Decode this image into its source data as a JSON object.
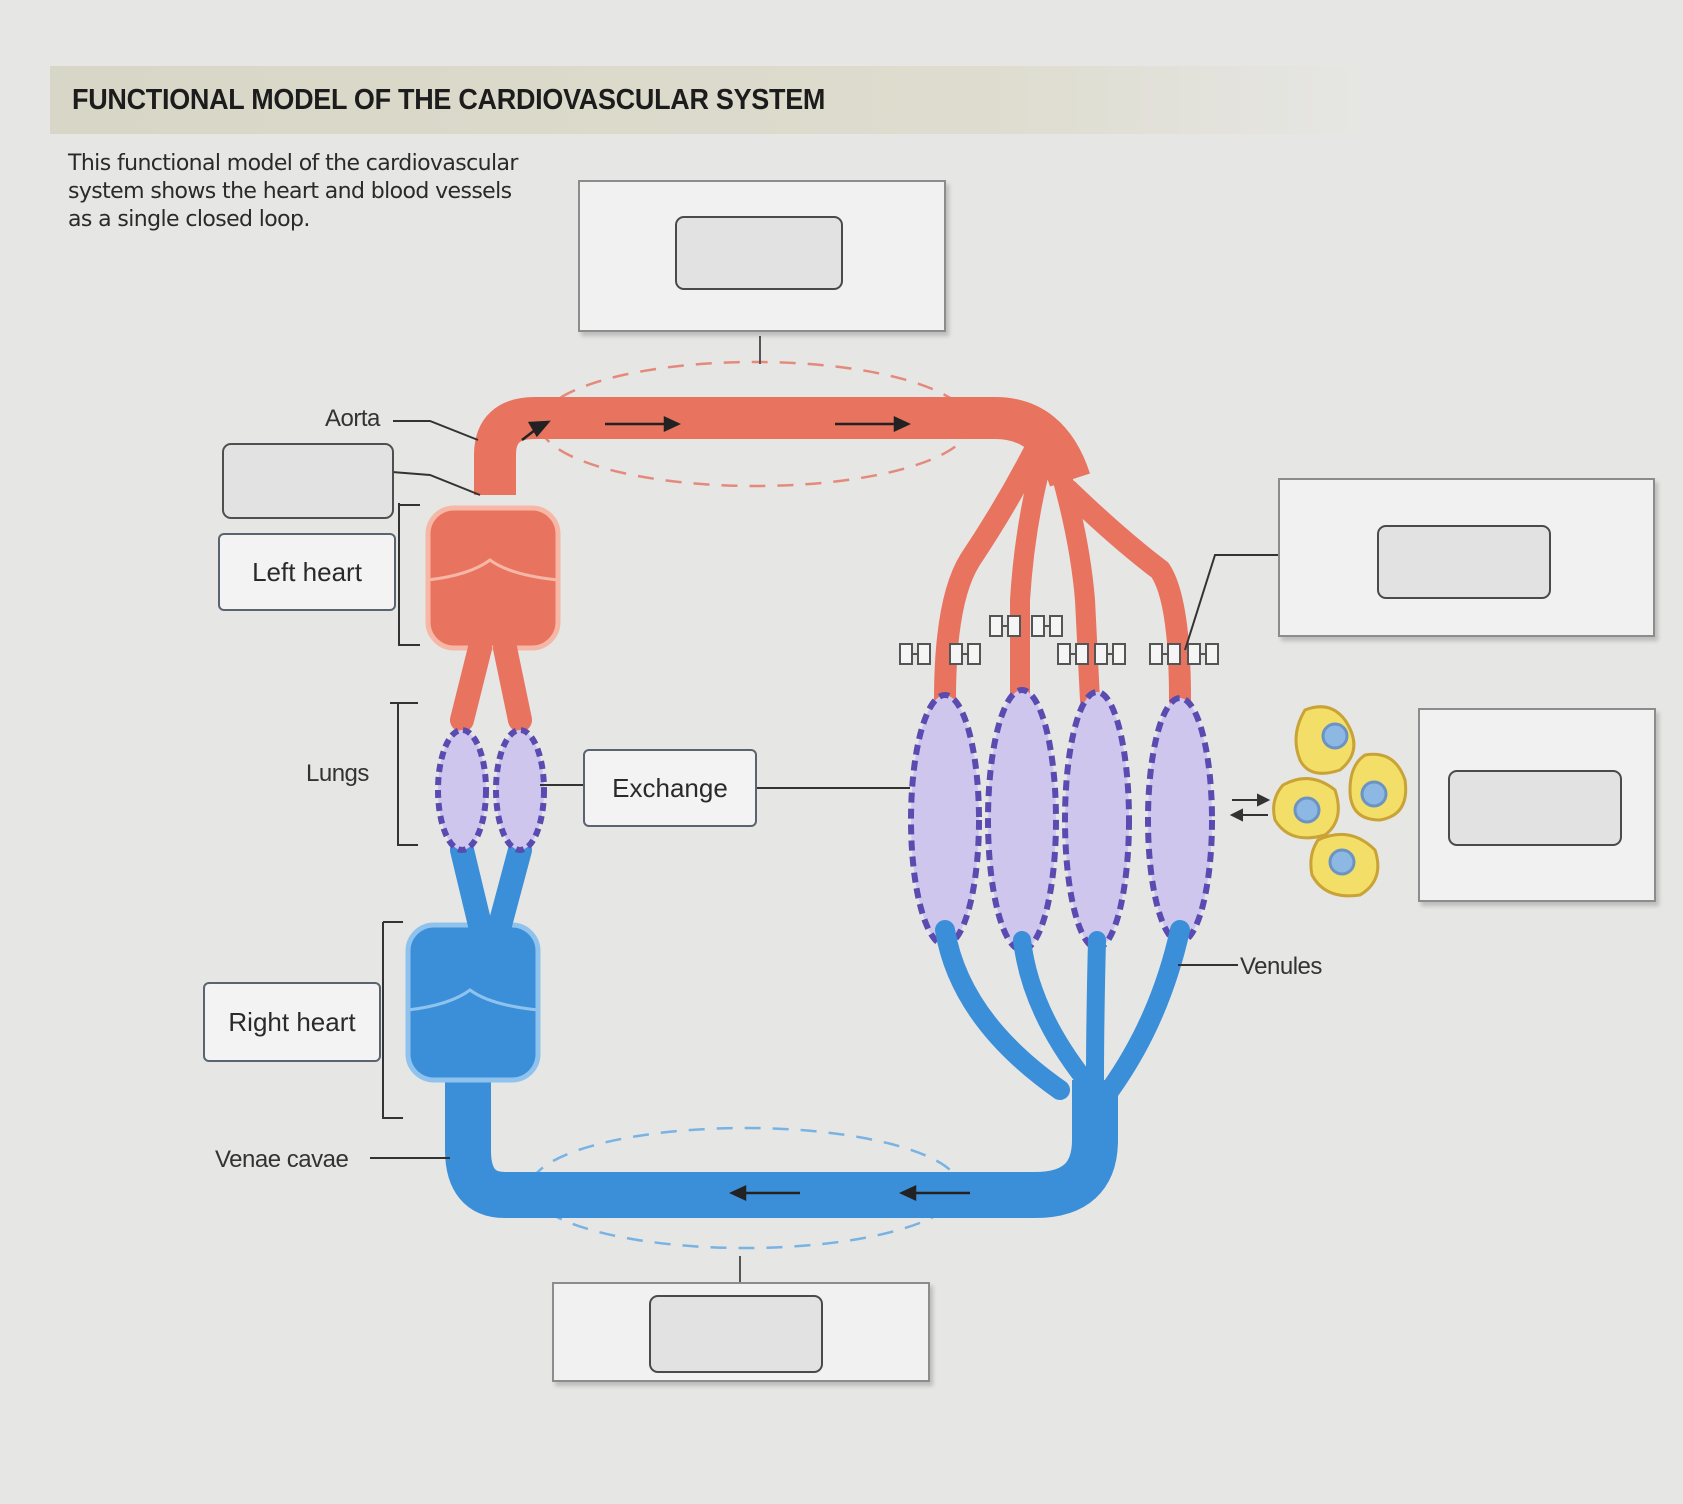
{
  "header": {
    "title": "FUNCTIONAL MODEL OF THE CARDIOVASCULAR SYSTEM",
    "description": "This functional model of the cardiovascular system shows the heart and blood vessels as a single closed loop."
  },
  "labels": {
    "aorta": "Aorta",
    "lungs": "Lungs",
    "venae_cavae": "Venae cavae",
    "venules": "Venules"
  },
  "tiles": {
    "left_heart": "Left heart",
    "right_heart": "Right heart",
    "exchange": "Exchange"
  },
  "colors": {
    "oxygenated": "#e8735f",
    "deoxygenated": "#3b8fd8",
    "capillary": "#5a4bb0",
    "cell": "#f3df67"
  }
}
